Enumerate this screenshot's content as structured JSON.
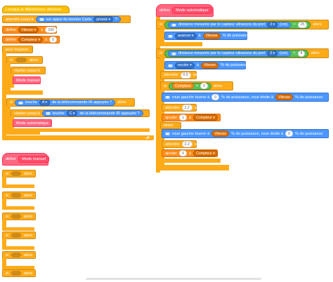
{
  "script1": {
    "hat": "Lorsque le Mbot/mcore démarre",
    "wait_until": "attendre jusqu'à",
    "on_button": "sur appui du bouton Carte",
    "pressed_dropdown": "pressé ▾",
    "pressed_q": "?",
    "set_label": "définir",
    "set1_var": "Vitesse ▾",
    "set1_to": "à",
    "set1_val": "100",
    "set2_var": "Compteur ▾",
    "set2_to": "à",
    "set2_val": "0",
    "forever": "pour toujours",
    "if1": "si",
    "if1_then": "alors",
    "repeat_until": "répéter jusqu'à",
    "call1": "Mode manuel",
    "if2": "si",
    "if2_key_label": "touche",
    "if2_key": "A ▾",
    "if2_rest": "de la télécommande IR appuyée ?",
    "if2_then": "alors",
    "repeat_until2": "répéter jusqu'à",
    "key2_label": "touche",
    "key2": "C ▾",
    "key2_rest": "de la télécommande IR appuyée ?",
    "call2": "Mode automatique"
  },
  "script2": {
    "define": "définir",
    "name": "Mode automatique",
    "if1": "si",
    "dist1": "distance mesurée par le capteur ultrasons du port",
    "port1": "3 ▾",
    "unit1": "(cm)",
    "gt1": ">",
    "val1": "25",
    "then1": "alors",
    "fwd": "avancer ▾",
    "fwd_a": "à",
    "fwd_var": "Vitesse",
    "fwd_pct": "% de puissance",
    "if2": "si",
    "dist2": "distance mesurée par le capteur ultrasons du port",
    "port2": "3 ▾",
    "unit2": "(cm)",
    "lt2": "<",
    "val2": "8",
    "then2": "alors",
    "back": "reculer ▾",
    "back_a": "à",
    "back_var": "Vitesse",
    "back_pct": "% de puissance",
    "wait1": "attendre",
    "wait1_val": "0.5",
    "wait1_unit": "secs",
    "if3": "si",
    "cnt_var": "Compteur",
    "eq": "=",
    "cnt_val": "0",
    "then3": "alors",
    "wheel1_a": "roue gauche tourne à",
    "wheel1_l": "0",
    "wheel1_b": "% de puissance, roue droite à",
    "wheel1_r": "Vitesse",
    "wheel1_c": "% de puissance",
    "wait2": "attendre",
    "wait2_val": "2.2",
    "wait2_unit": "secs",
    "add1": "ajouter",
    "add1_val": "1",
    "add1_to": "à",
    "add1_var": "Compteur ▾",
    "else": "sinon",
    "wheel2_a": "roue gauche tourne à",
    "wheel2_l": "Vitesse",
    "wheel2_b": "% de puissance, roue droite à",
    "wheel2_r": "0",
    "wheel2_c": "% de puissance",
    "wait3": "attendre",
    "wait3_val": "2.2",
    "wait3_unit": "secs",
    "set": "ajouter",
    "set_val": "0",
    "set_to": "à",
    "set_var": "Compteur ▾"
  },
  "script3": {
    "define": "définir",
    "name": "Mode manuel",
    "ifs": [
      {
        "si": "si",
        "alors": "alors"
      },
      {
        "si": "si",
        "alors": "alors"
      },
      {
        "si": "si",
        "alors": "alors"
      },
      {
        "si": "si",
        "alors": "alors"
      },
      {
        "si": "si",
        "alors": "alors"
      },
      {
        "si": "si",
        "alors": "alors"
      }
    ]
  },
  "colors": {
    "control": "#FFAB19",
    "events": "#FFBF00",
    "my_blocks": "#FF6680",
    "extension": "#4C97FF",
    "operators": "#59C059",
    "variables": "#FF8C1A"
  }
}
